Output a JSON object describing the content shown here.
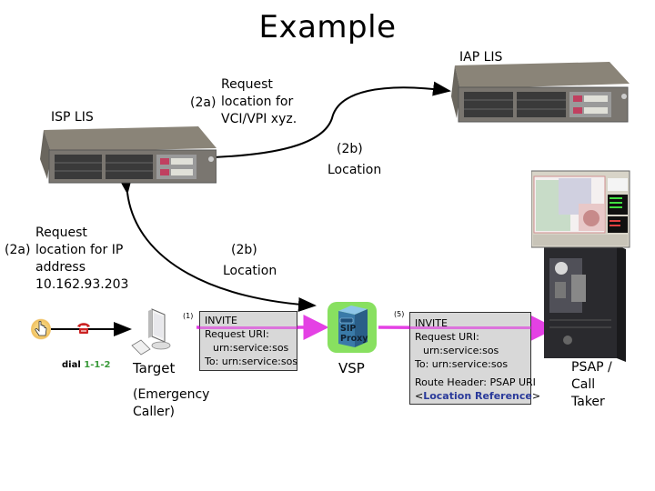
{
  "title": "Example",
  "nodes": {
    "isp_lis": {
      "label": "ISP LIS"
    },
    "iap_lis": {
      "label": "IAP LIS"
    },
    "target": {
      "label": "Target",
      "sublabel": "(Emergency Caller)",
      "sublabel_lines": [
        "(Emergency",
        "Caller)"
      ]
    },
    "vsp": {
      "label": "VSP",
      "proxy_label_lines": [
        "SIP",
        "Proxy"
      ]
    },
    "psap": {
      "label_lines": [
        "PSAP /",
        "Call",
        "Taker"
      ]
    }
  },
  "annotations": {
    "top_request": {
      "step": "(2a)",
      "lines": [
        "Request",
        "location for",
        "VCI/VPI xyz."
      ]
    },
    "top_location": {
      "step": "(2b)",
      "text": "Location"
    },
    "left_request": {
      "step": "(2a)",
      "lines": [
        "Request",
        "location for IP",
        "address",
        "10.162.93.203"
      ]
    },
    "mid_location": {
      "step": "(2b)",
      "text": "Location"
    },
    "dial": {
      "prefix": "dial ",
      "number": "1-1-2"
    }
  },
  "messages": {
    "invite_1": {
      "step": "(1)",
      "lines": [
        "INVITE",
        "Request URI:",
        "urn:service:sos",
        "To: urn:service:sos"
      ]
    },
    "invite_5": {
      "step": "(5)",
      "lines": [
        "INVITE",
        "Request URI:",
        "urn:service:sos",
        "To: urn:service:sos",
        "Route Header: PSAP URI"
      ],
      "location_reference": {
        "open": "<",
        "text": "Location Reference",
        "close": ">"
      }
    }
  },
  "colors": {
    "sip_flow": "#e020e0",
    "box_fill": "#d8d8d8",
    "proxy_bg": "#88e060",
    "proxy_body": "#3a7aa8",
    "location_reference": "#2a3a9a",
    "dial_number": "#3a9a3a",
    "phone_red": "#cc2222"
  }
}
